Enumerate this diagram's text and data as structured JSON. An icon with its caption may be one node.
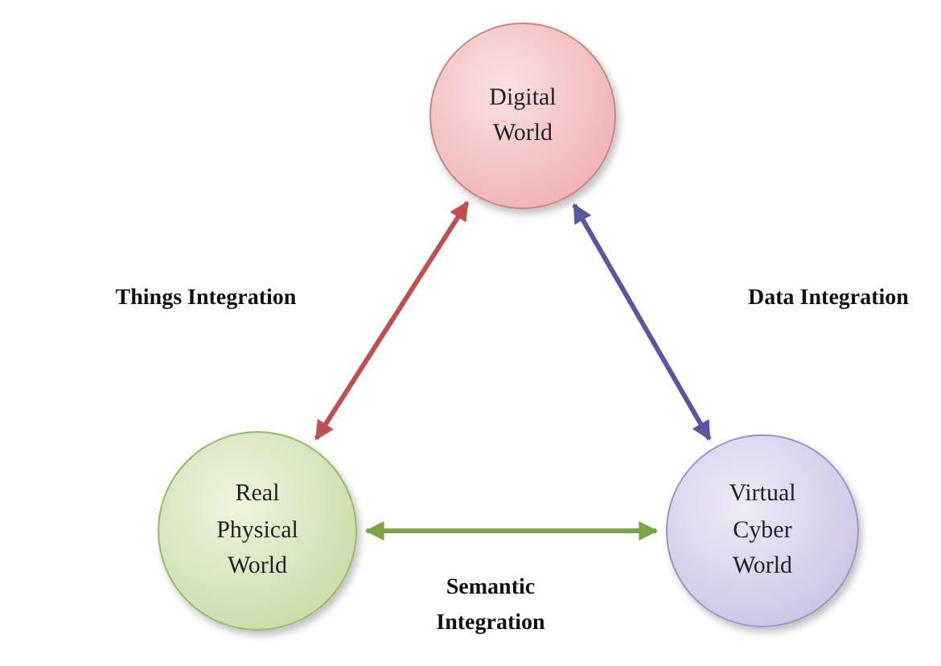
{
  "diagram": {
    "nodes": [
      {
        "text": [
          "Digital World"
        ]
      },
      {
        "text": [
          "Real Physical World"
        ]
      },
      {
        "text": [
          "Virtual Cyber World"
        ]
      }
    ],
    "edges": [
      {
        "from": 0,
        "to": 1,
        "arrow": "both",
        "label": "Things Integration",
        "color": "#c0504d"
      },
      {
        "from": 0,
        "to": 2,
        "arrow": "both",
        "label": "Data Integration",
        "color": "#5b56a3"
      },
      {
        "from": 1,
        "to": 2,
        "arrow": "both",
        "label": "Semantic Integration",
        "color": "#79a545"
      }
    ]
  }
}
